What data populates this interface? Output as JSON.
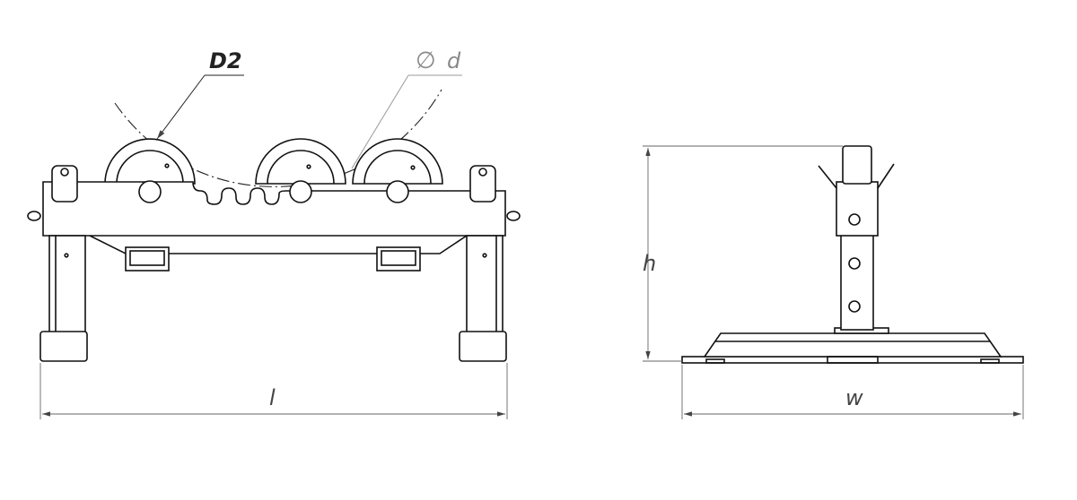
{
  "labels": {
    "roller_diameter": "D2",
    "pipe_diameter_symbol": "∅",
    "pipe_diameter": "d",
    "length": "l",
    "height": "h",
    "width": "w"
  },
  "colors": {
    "line": "#111111",
    "dimension": "#666666",
    "pipe_label": "#888888"
  }
}
